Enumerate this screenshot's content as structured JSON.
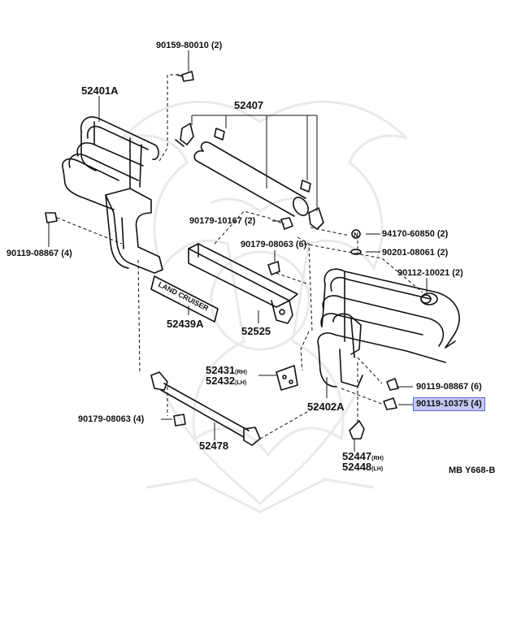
{
  "labels": {
    "p90159": "90159-80010 (2)",
    "p52401A": "52401A",
    "p52407": "52407",
    "p90119_08867_left": "90119-08867 (4)",
    "p90179_10167": "90179-10167 (2)",
    "p94170": "94170-60850 (2)",
    "p90179_08063_mid": "90179-08063 (6)",
    "p90201": "90201-08061 (2)",
    "p90112": "90112-10021 (2)",
    "p52439A": "52439A",
    "p52525": "52525",
    "p52431": "52431",
    "p52431_suf": "(RH)",
    "p52432": "52432",
    "p52432_suf": "(LH)",
    "p90119_08867_right": "90119-08867 (6)",
    "p90119_10375": "90119-10375 (4)",
    "p52402A": "52402A",
    "p90179_08063_low": "90179-08063 (4)",
    "p52478": "52478",
    "p52447": "52447",
    "p52447_suf": "(RH)",
    "p52448": "52448",
    "p52448_suf": "(LH)",
    "ref": "MB  Y668-B",
    "emblem": "LAND CRUISER",
    "washer_mark": "N"
  },
  "colors": {
    "highlight_bg": "#c4c9f4",
    "highlight_border": "#5b62d9",
    "line": "#111111",
    "watermark": "#e9e9e9"
  }
}
